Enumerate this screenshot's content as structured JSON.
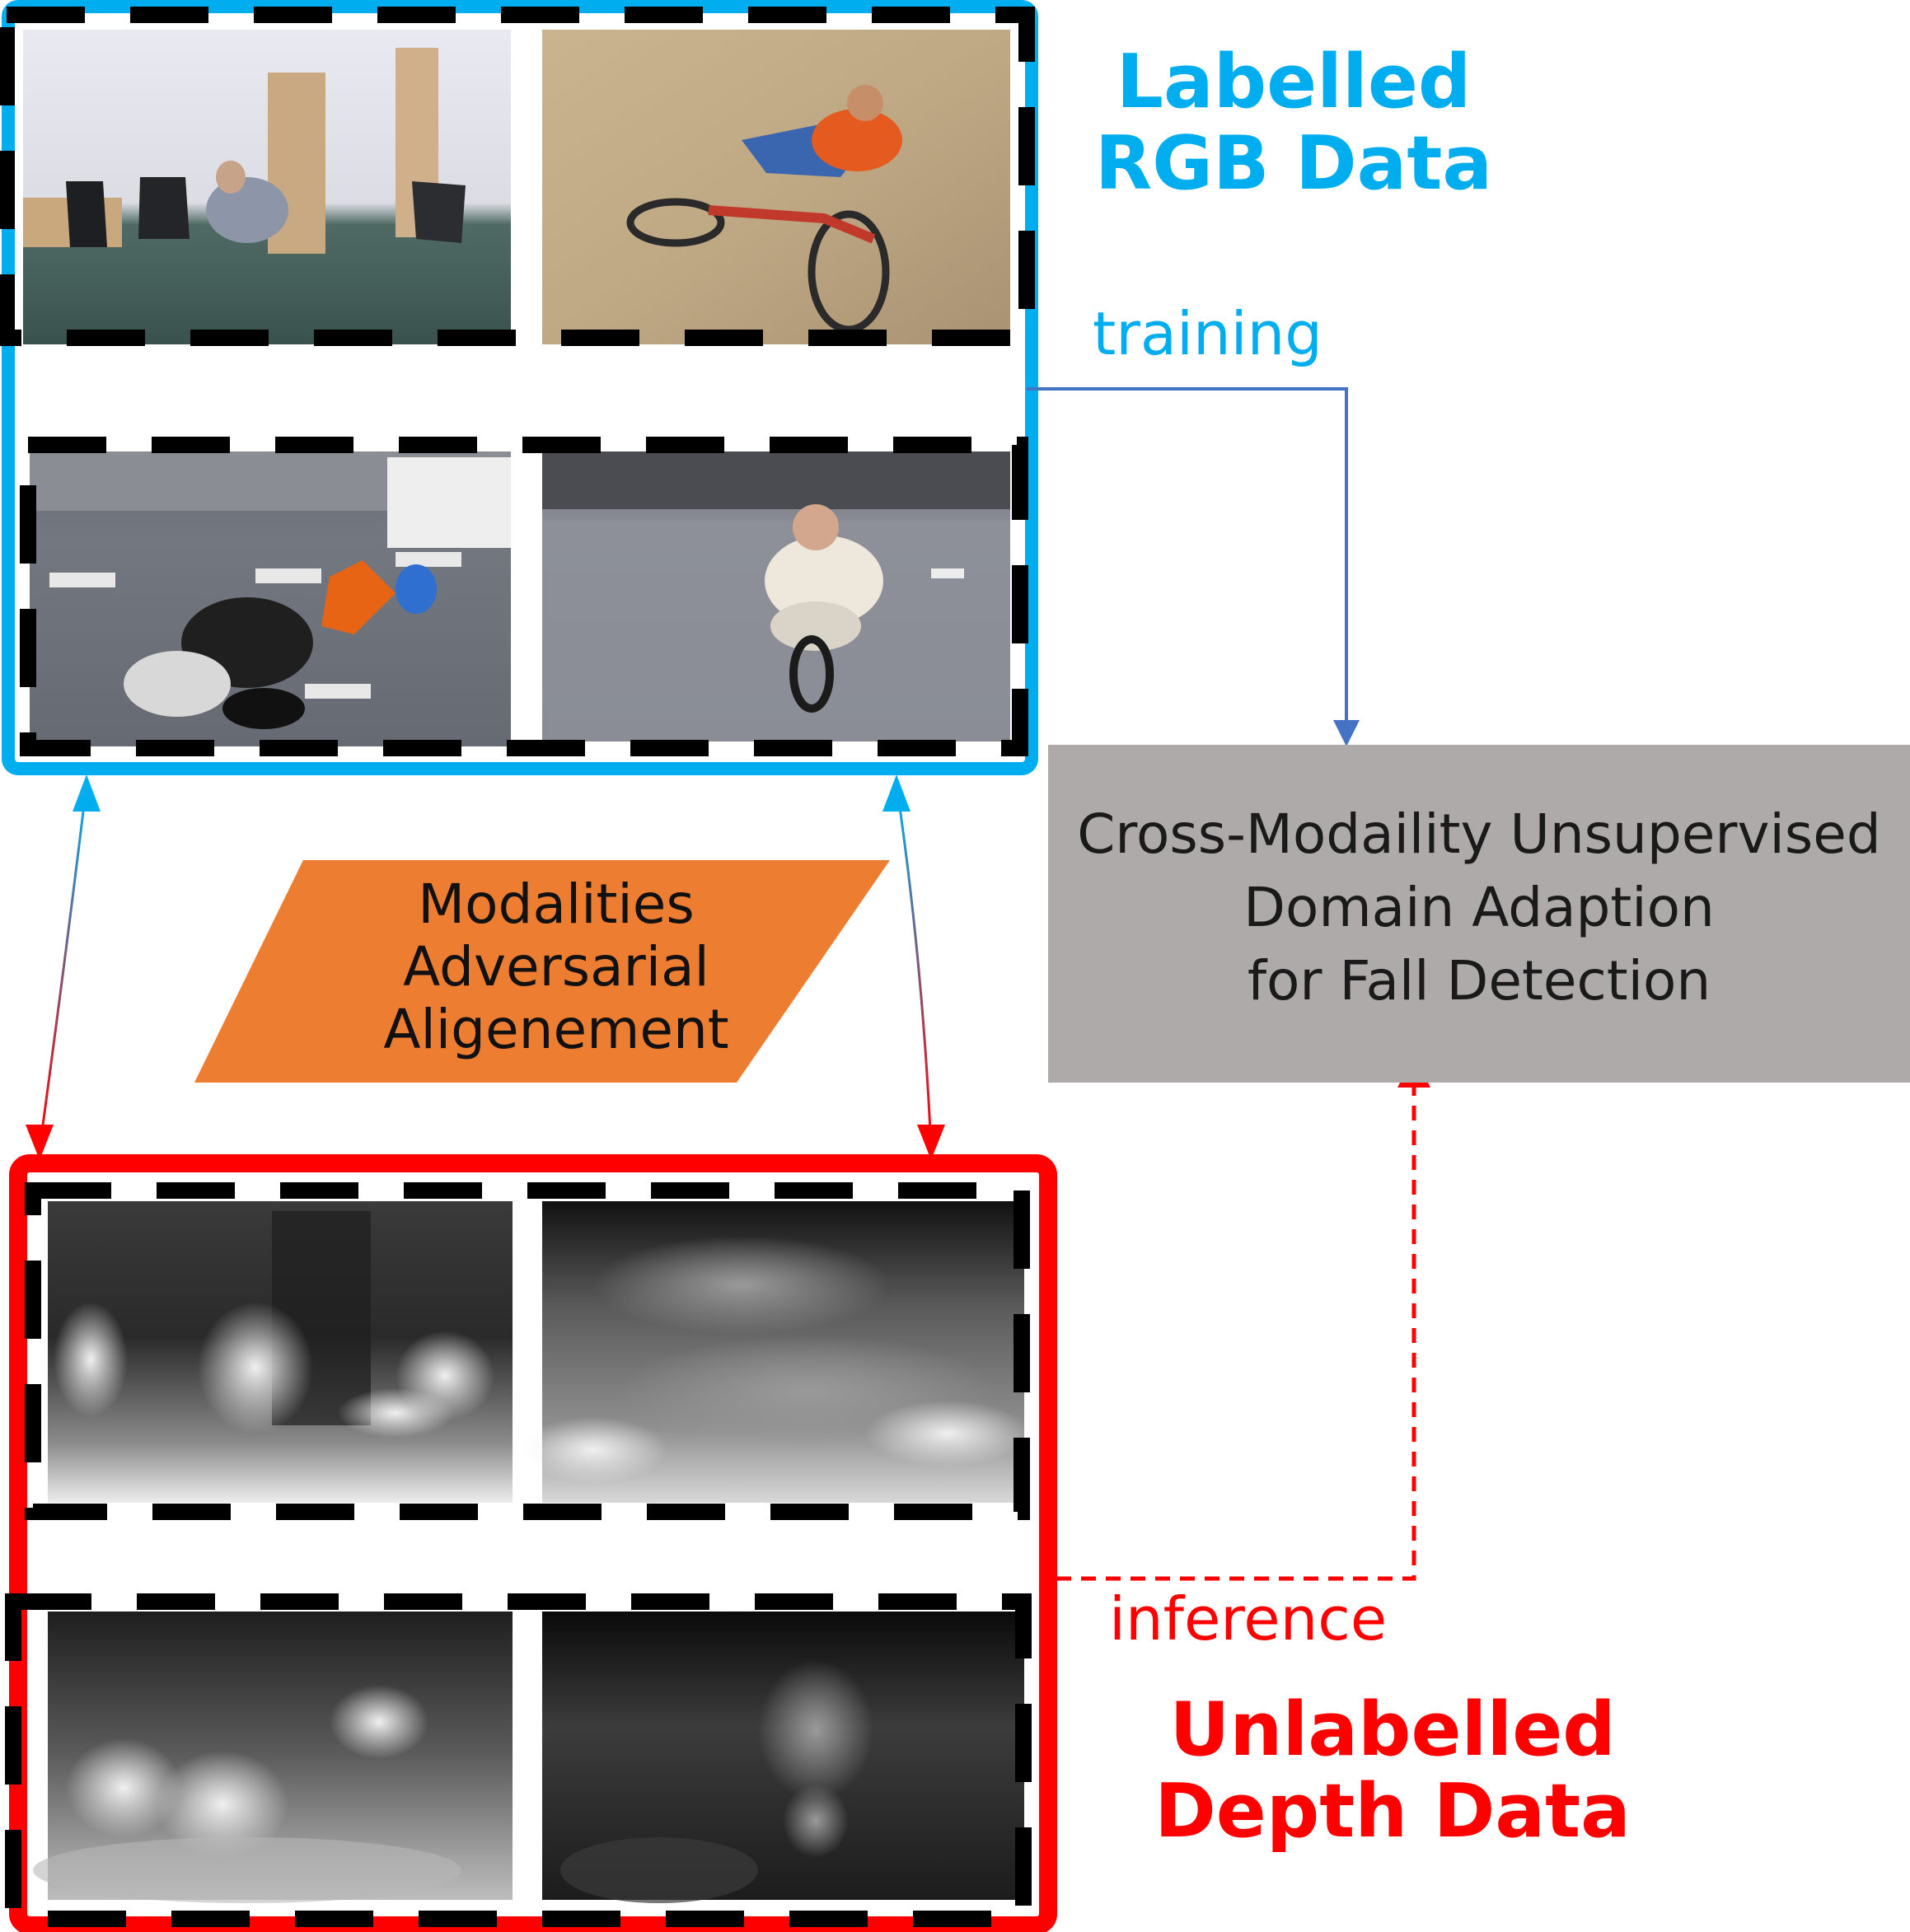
{
  "labels": {
    "rgb_title_line1": "Labelled",
    "rgb_title_line2": "RGB Data",
    "depth_title_line1": "Unlabelled",
    "depth_title_line2": "Depth Data",
    "training": "training",
    "inference": "inference",
    "alignment_line1": "Modalities",
    "alignment_line2": "Adversarial",
    "alignment_line3": "Aligenement",
    "model_line1": "Cross-Modaility Unsupervised",
    "model_line2": "Domain Adaption",
    "model_line3": "for Fall Detection"
  },
  "rgb_images": [
    {
      "name": "rgb-image-office-fall"
    },
    {
      "name": "rgb-image-bicycle-fall"
    },
    {
      "name": "rgb-image-motorcycle-fall"
    },
    {
      "name": "rgb-image-child-balance-bike"
    }
  ],
  "depth_images": [
    {
      "name": "depth-image-office-fall"
    },
    {
      "name": "depth-image-bicycle-fall"
    },
    {
      "name": "depth-image-motorcycle-fall"
    },
    {
      "name": "depth-image-child-balance-bike"
    }
  ],
  "colors": {
    "rgb_border": "#00aeef",
    "depth_border": "#ff0000",
    "dash": "#000000",
    "training_arrow": "#4472c4",
    "inference_arrow": "#ff0000",
    "alignment_fill": "#ed7d31",
    "model_fill": "#aeaaaa"
  }
}
